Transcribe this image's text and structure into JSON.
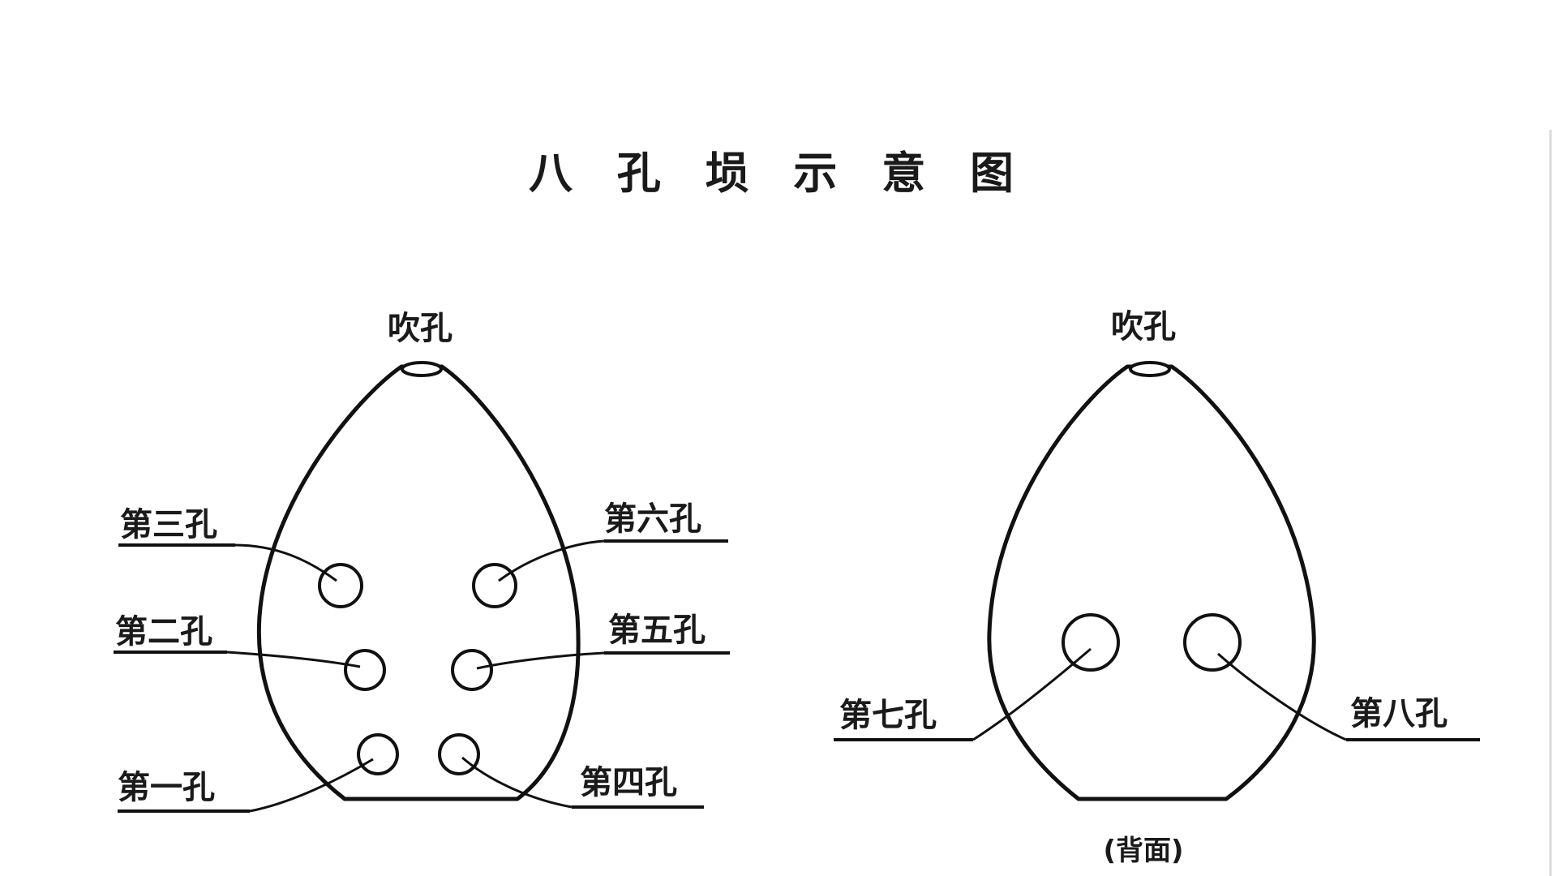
{
  "title": "八 孔 埙 示 意 图",
  "front": {
    "mouthpiece_label": "吹孔",
    "holes": {
      "h1": "第一孔",
      "h2": "第二孔",
      "h3": "第三孔",
      "h4": "第四孔",
      "h5": "第五孔",
      "h6": "第六孔"
    }
  },
  "back": {
    "mouthpiece_label": "吹孔",
    "holes": {
      "h7": "第七孔",
      "h8": "第八孔"
    },
    "caption": "(背面)"
  }
}
